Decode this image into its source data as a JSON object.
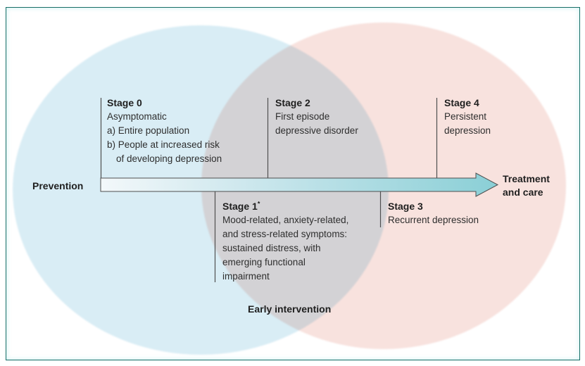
{
  "diagram": {
    "title_semantic": "Clinical staging model of depression",
    "axis": {
      "left_label": "Prevention",
      "right_label_line1": "Treatment",
      "right_label_line2": "and care",
      "bottom_label": "Early intervention"
    },
    "colors": {
      "frame_border": "#166e67",
      "prevention_circle": "#d9edf5",
      "treatment_circle": "#f8e2de",
      "arrow_gradient_start": "#f3f8fa",
      "arrow_gradient_end": "#8acfd6",
      "line_color": "#4f4f4f",
      "text_color": "#2e2e2e"
    },
    "stages_above_arrow": [
      {
        "title": "Stage 0",
        "sup": "",
        "lines": [
          "Asymptomatic",
          "a) Entire population",
          "b) People at increased risk",
          "of developing depression"
        ]
      },
      {
        "title": "Stage 2",
        "sup": "",
        "lines": [
          "First episode",
          "depressive disorder"
        ]
      },
      {
        "title": "Stage 4",
        "sup": "",
        "lines": [
          "Persistent",
          "depression"
        ]
      }
    ],
    "stages_below_arrow": [
      {
        "title": "Stage 1",
        "sup": "*",
        "lines": [
          "Mood-related, anxiety-related,",
          "and stress-related symptoms:",
          "sustained distress, with",
          "emerging functional",
          "impairment"
        ]
      },
      {
        "title": "Stage 3",
        "sup": "",
        "lines": [
          "Recurrent depression"
        ]
      }
    ]
  }
}
